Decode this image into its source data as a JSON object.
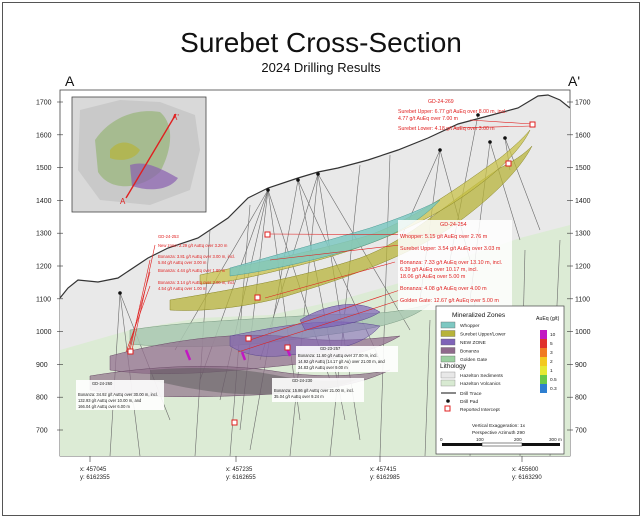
{
  "header": {
    "title": "Surebet Cross-Section",
    "subtitle": "2024 Drilling Results",
    "left_section_label": "A",
    "right_section_label": "A'"
  },
  "axes": {
    "y_ticks": [
      "1700",
      "1600",
      "1500",
      "1400",
      "1300",
      "1200",
      "1100",
      "1000",
      "900",
      "800",
      "700"
    ],
    "x_ticks": [
      {
        "x": "x: 457045",
        "y": "y: 6162355"
      },
      {
        "x": "x: 457235",
        "y": "y: 6162655"
      },
      {
        "x": "x: 457415",
        "y": "y: 6162985"
      },
      {
        "x": "x: 455600",
        "y": "y: 6163290"
      }
    ]
  },
  "annotations": {
    "gd269_id": "GD-24-269",
    "gd269_line1": "Surebet Upper: 6.77 g/t AuEq over 8.00 m, incl.",
    "gd269_line2": "4.77 g/t AuEq over 7.00 m",
    "gd269_line3": "Surebet Lower: 4.18 g/t AuEq over 3.00 m",
    "gd254_id": "GD-24-254",
    "gd254_whopper": "Whopper: 5.15 g/t AuEq over 2.76 m",
    "gd254_upper": "Surebet Upper: 3.54 g/t AuEq over 3.03 m",
    "gd254_bonanza1": "Bonanza: 7.33 g/t AuEq over 13.10 m, incl.",
    "gd254_bonanza2": "6.39 g/t AuEq over 10.17 m, incl.",
    "gd254_bonanza3": "18.06 g/t AuEq over 5.00 m",
    "gd254_bonanza4": "Bonanza: 4.08 g/t AuEq over 4.00 m",
    "gd254_golden": "Golden Gate: 12.67 g/t AuEq over 5.00 m",
    "gd253_id": "GD-24-253",
    "gd253_newzone": "New zone: 2.29 g/t AuEq over 3.20 m",
    "gd253_bon1": "Bonanza: 3.81 g/t AuEq over 3.00 m, incl.",
    "gd253_bon2": "5.84 g/t AuEq over 3.00 m",
    "gd253_bon3": "Bonanza: 4.44 g/t AuEq over 1.80 m",
    "gd253_bon4": "Bonanza: 3.14 g/t AuEq over 3.00 m, incl.",
    "gd253_bon5": "4.54 g/t AuEq over 1.00 m",
    "gd257_id": "GD-23-257",
    "gd257_l1": "Bonanza: 11.60 g/t AuEq over 27.00 m, incl.",
    "gd257_l2": "14.92 g/t AuEq (14.17 g/t Au) over 21.00 m, and",
    "gd257_l3": "34.83 g/t AuEq over 9.00 m",
    "gd260_id": "GD-24-260",
    "gd260_l1": "Bonanza: 34.92 g/t AuEq over 30.00 m, incl.",
    "gd260_l2": "132.93 g/t AuEq over 10.00 m, and",
    "gd260_l3": "166.04 g/t AuEq over 6.00 m",
    "gd230_id": "GD-24-230",
    "gd230_l1": "Bonanza: 15.86 g/t AuEq over 21.00 m, incl.",
    "gd230_l2": "35.04 g/t AuEq over 9.24 m"
  },
  "legend": {
    "zones_title": "Mineralized Zones",
    "zones": [
      {
        "label": "Whopper",
        "color": "#7ec8c2"
      },
      {
        "label": "Surebet Upper/Lower",
        "color": "#b7b33a"
      },
      {
        "label": "NEW ZONE",
        "color": "#7f63b8"
      },
      {
        "label": "Bonanza",
        "color": "#8f6a8c"
      },
      {
        "label": "Golden Gate",
        "color": "#9bd0a0"
      }
    ],
    "lithology_title": "Lithology",
    "lithology": [
      {
        "label": "Hazelton Sediments",
        "color": "#e8e8e8"
      },
      {
        "label": "Hazelton Volcanics",
        "color": "#d8ead2"
      }
    ],
    "symbols": {
      "drill_trace": "Drill Trace",
      "drill_pad": "Drill Pad",
      "reported": "Reported Intercept"
    },
    "colorbar_title": "AuEq (g/t)",
    "colorbar": [
      {
        "label": "10",
        "color": "#c218c2"
      },
      {
        "label": "5",
        "color": "#e0312c"
      },
      {
        "label": "3",
        "color": "#f07a22"
      },
      {
        "label": "2",
        "color": "#f3c91f"
      },
      {
        "label": "1",
        "color": "#e6ea34"
      },
      {
        "label": "0.5",
        "color": "#69c94a"
      },
      {
        "label": "0.3",
        "color": "#2e7fd0"
      }
    ],
    "vertical_exaggeration": "Vertical Exaggeration: 1x",
    "azimuth": "Perspective Azimuth 290",
    "scale_ticks": [
      "0",
      "100",
      "200",
      "300 m"
    ]
  }
}
